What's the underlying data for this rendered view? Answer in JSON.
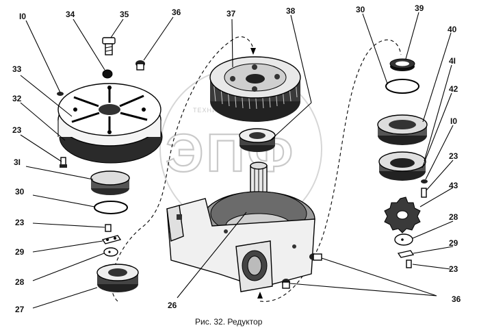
{
  "caption": "Рис. 32. Редуктор",
  "watermark": {
    "main": "ЭПФ",
    "small": "ТЕХНИКА"
  },
  "callouts": {
    "c10a": "I0",
    "c34": "34",
    "c35": "35",
    "c36a": "36",
    "c37": "37",
    "c38": "38",
    "c30a": "30",
    "c39": "39",
    "c40": "40",
    "c41": "4I",
    "c42": "42",
    "c10b": "I0",
    "c33": "33",
    "c32": "32",
    "c23a": "23",
    "c31": "3I",
    "c30b": "30",
    "c23b": "23",
    "c29a": "29",
    "c28a": "28",
    "c27": "27",
    "c26": "26",
    "c23c": "23",
    "c43": "43",
    "c28b": "28",
    "c29b": "29",
    "c23d": "23",
    "c36b": "36"
  }
}
